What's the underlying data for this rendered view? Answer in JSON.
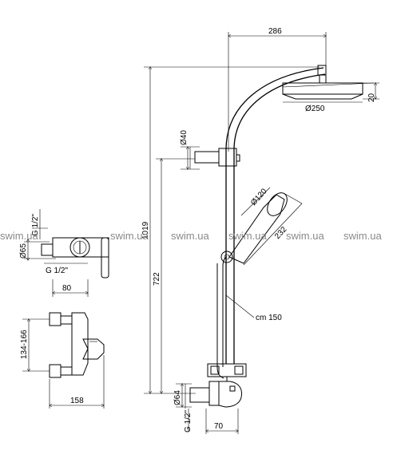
{
  "watermark": "swim.ua",
  "left_top_view": {
    "dims": {
      "thread_vertical": "G 1/2\"",
      "diameter": "Ø65",
      "thread_horizontal": "G 1/2\"",
      "width": "80"
    }
  },
  "left_bottom_view": {
    "dims": {
      "centers": "134-166",
      "width": "158"
    }
  },
  "main_view": {
    "dims": {
      "arm_reach": "286",
      "head_height": "20",
      "head_diameter": "Ø250",
      "rail_clamp_diameter": "Ø40",
      "total_height": "1019",
      "rail_height": "722",
      "hand_shower_diameter": "Ø120",
      "hand_shower_length": "232",
      "hose_length": "cm 150",
      "mixer_diameter": "Ø64",
      "thread": "G 1/2\"",
      "mixer_projection": "70"
    }
  }
}
